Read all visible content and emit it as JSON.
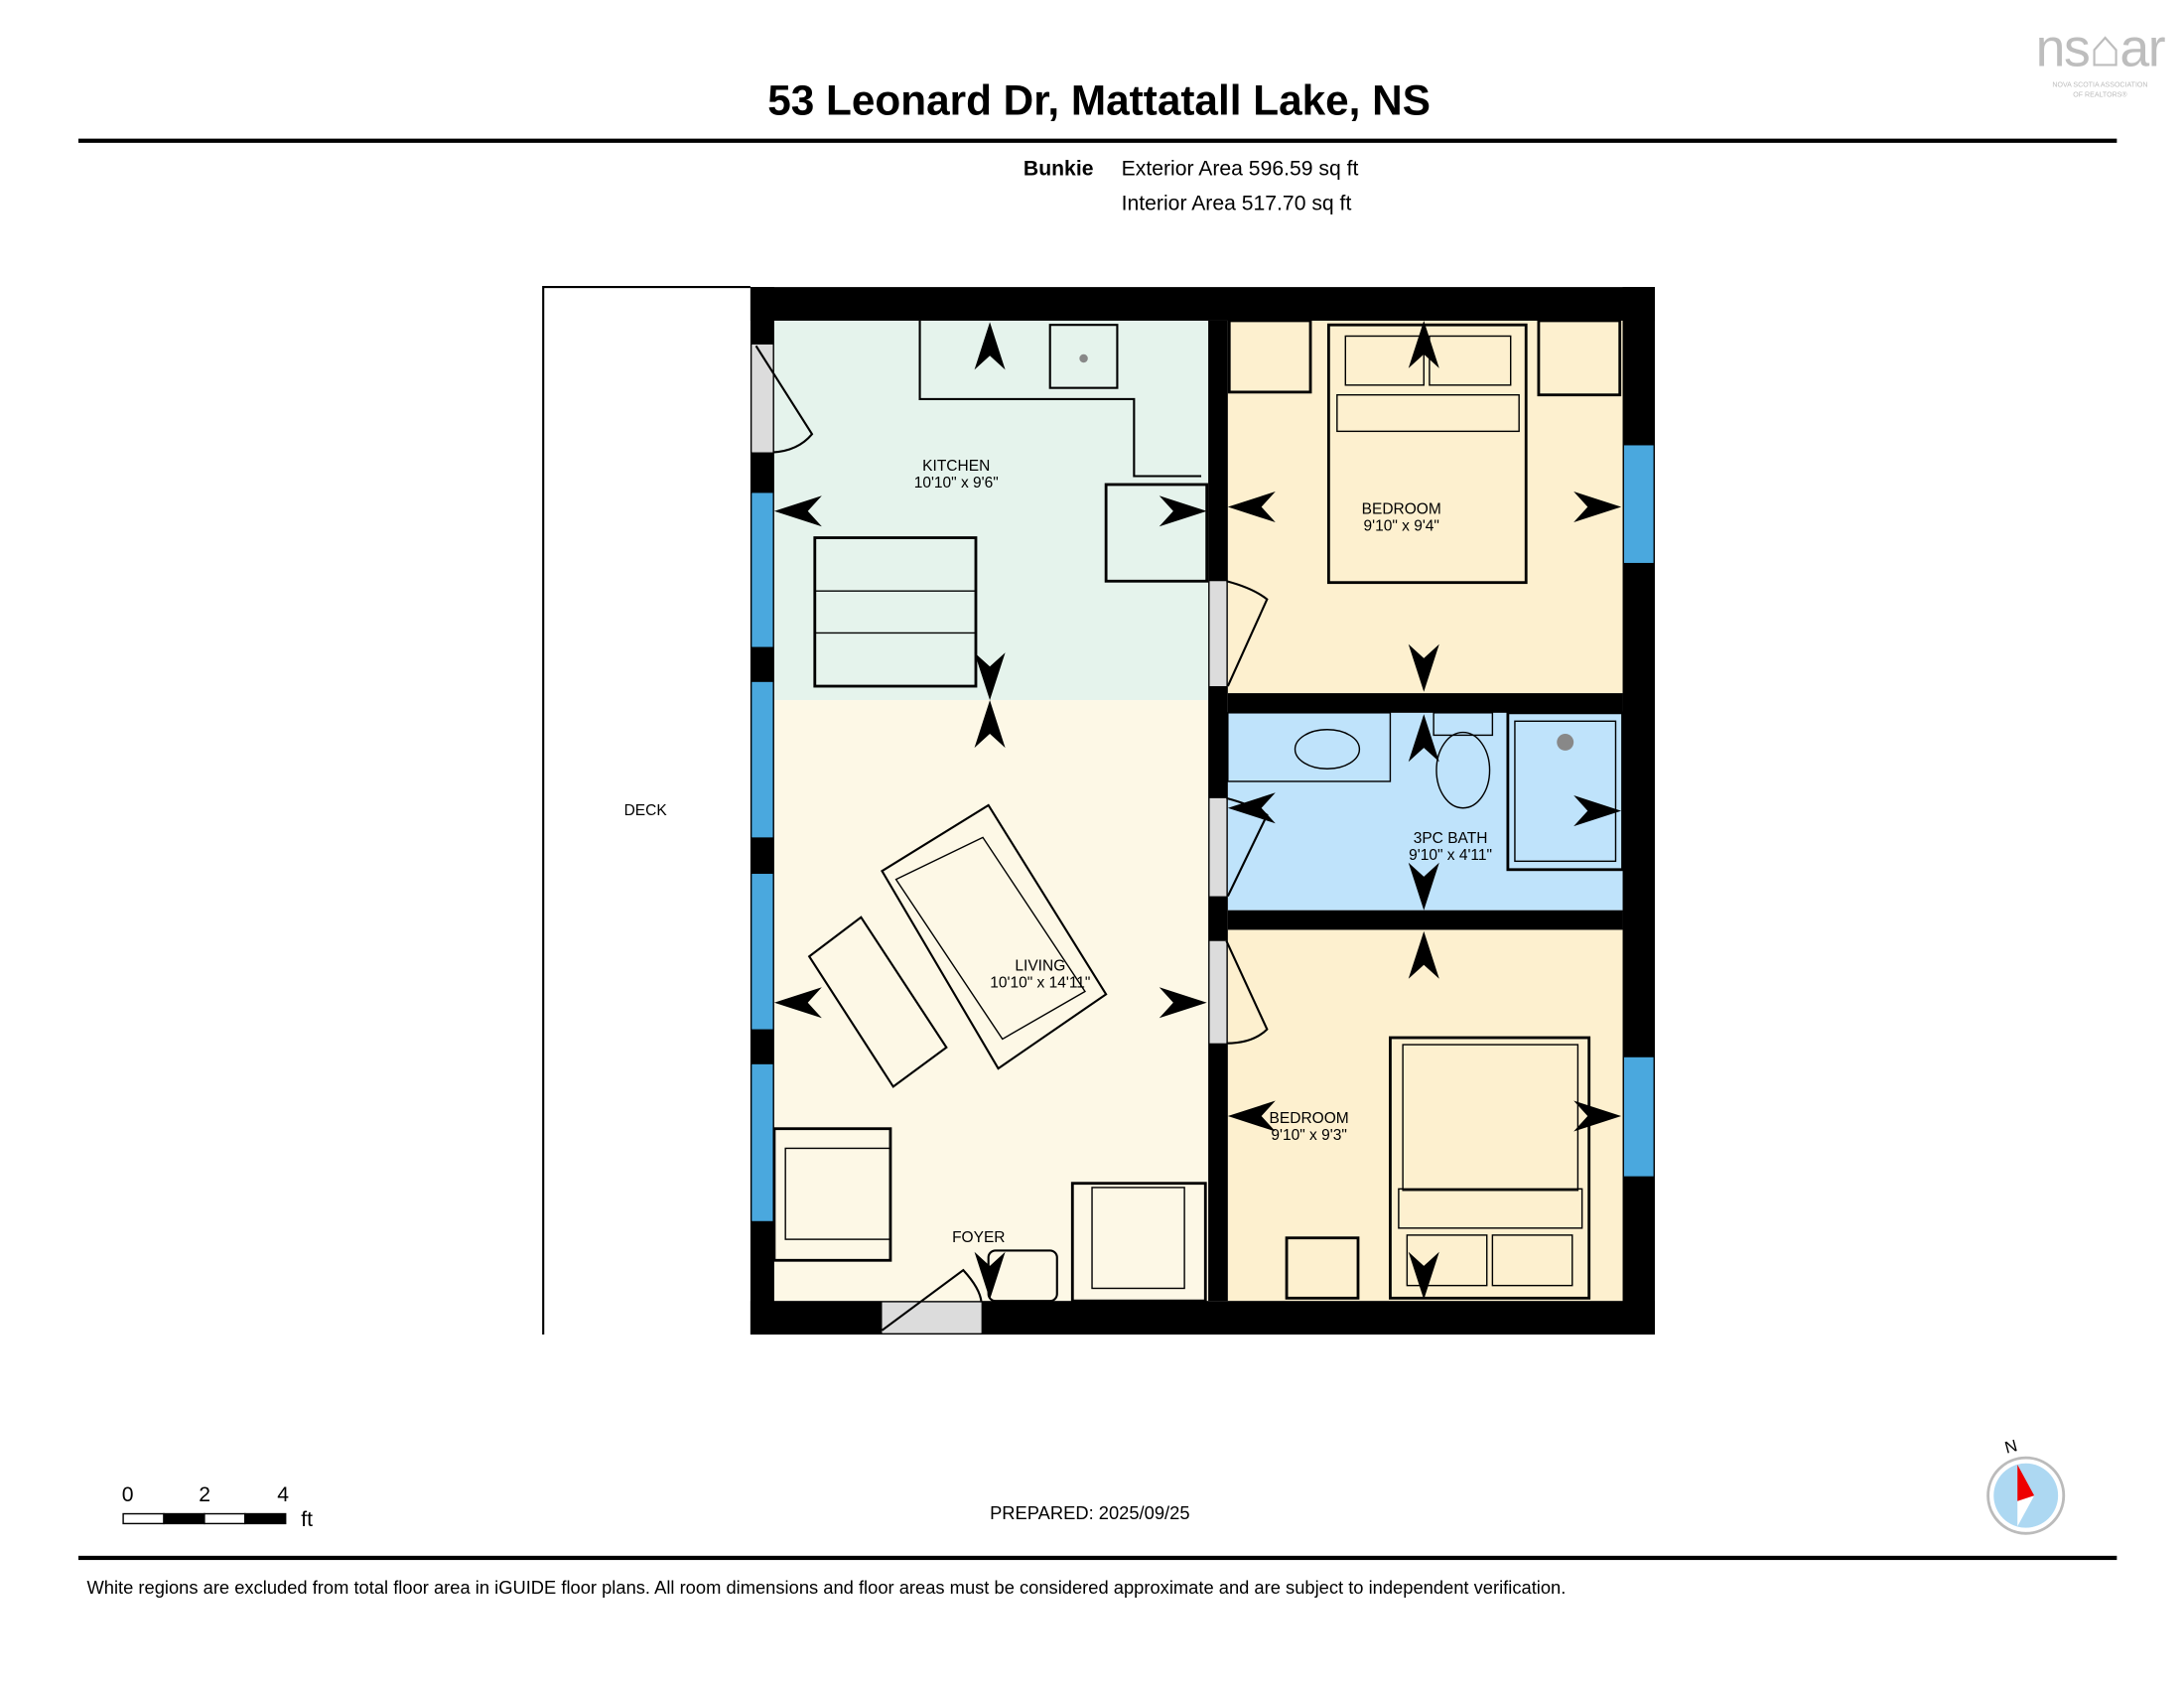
{
  "header": {
    "title": "53 Leonard Dr, Mattatall Lake, NS",
    "building": "Bunkie",
    "exterior_area": "Exterior Area 596.59 sq ft",
    "interior_area": "Interior Area 517.70 sq ft"
  },
  "logo": {
    "text": "nsar",
    "tagline_1": "NOVA SCOTIA ASSOCIATION",
    "tagline_2": "OF REALTORS®"
  },
  "rooms": [
    {
      "name": "KITCHEN",
      "dims": "10'10\" x 9'6\""
    },
    {
      "name": "BEDROOM",
      "dims": "9'10\" x 9'4\""
    },
    {
      "name": "3PC BATH",
      "dims": "9'10\" x 4'11\""
    },
    {
      "name": "LIVING",
      "dims": "10'10\" x 14'11\""
    },
    {
      "name": "BEDROOM",
      "dims": "9'10\" x 9'3\""
    },
    {
      "name": "FOYER",
      "dims": ""
    },
    {
      "name": "DECK",
      "dims": ""
    }
  ],
  "scale": {
    "ticks": [
      "0",
      "2",
      "4"
    ],
    "unit": "ft"
  },
  "prepared": "PREPARED: 2025/09/25",
  "compass": {
    "label": "N",
    "icon": "compass-icon"
  },
  "disclaimer": "White regions are excluded from total floor area in iGUIDE floor plans. All room dimensions and floor areas must be considered approximate and are subject to independent verification.",
  "colors": {
    "kitchen": "#e5f3ec",
    "living": "#fdf8e6",
    "bedroom": "#fdf0cf",
    "bath": "#bfe3fb",
    "window": "#4aa8de",
    "door": "#dcdcdc",
    "wall": "#000000"
  }
}
